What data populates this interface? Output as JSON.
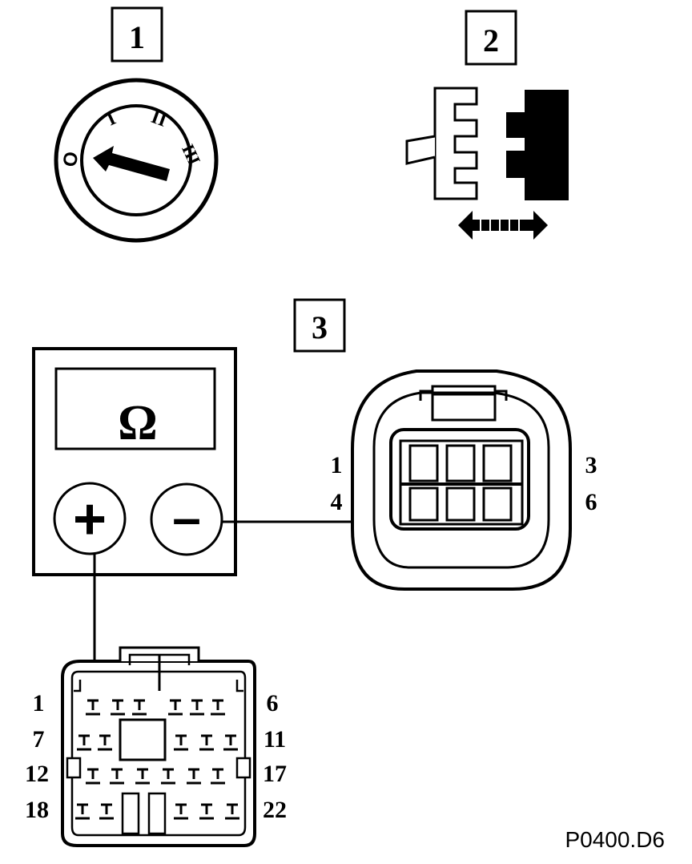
{
  "colors": {
    "ink": "#000000",
    "paper": "#ffffff"
  },
  "steps": [
    "1",
    "2",
    "3"
  ],
  "switch": {
    "positions": [
      "O",
      "I",
      "II",
      "III"
    ]
  },
  "meter": {
    "unit": "Ω",
    "plus": "+",
    "minus": "–"
  },
  "sensor_connector": {
    "pins": [
      "1",
      "3",
      "4",
      "6"
    ]
  },
  "ecu_connector": {
    "pins": [
      "1",
      "6",
      "7",
      "11",
      "12",
      "17",
      "18",
      "22"
    ]
  },
  "reference": "P0400.D6",
  "icons": [
    "ignition-switch-icon",
    "connector-separation-icon",
    "double-arrow-icon",
    "ohmmeter-icon"
  ]
}
